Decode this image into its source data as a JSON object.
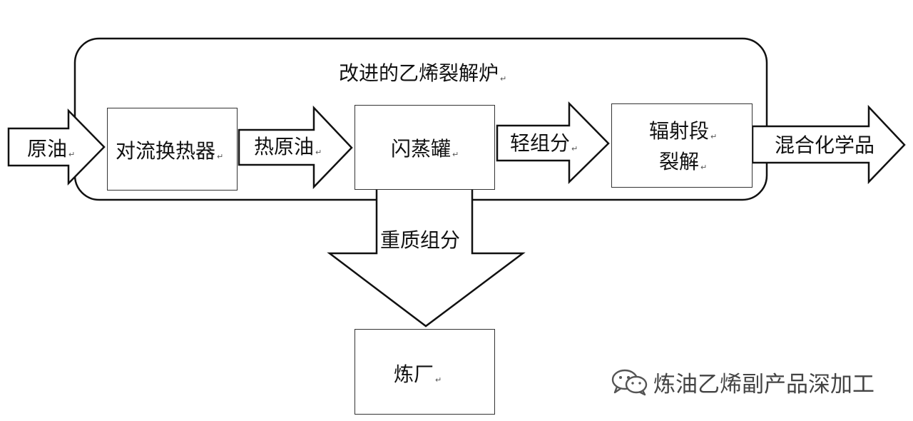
{
  "furnace": {
    "title": "改进的乙烯裂解炉"
  },
  "nodes": {
    "convection": "对流换热器",
    "flash": "闪蒸罐",
    "radiant_line1": "辐射段",
    "radiant_line2": "裂解",
    "refinery": "炼厂"
  },
  "flows": {
    "crude": "原油",
    "hot_crude": "热原油",
    "light": "轻组分",
    "products": "混合化学品",
    "heavy": "重质组分"
  },
  "return_mark": "↵",
  "watermark": {
    "text": "炼油乙烯副产品深加工",
    "icon": "wechat-icon"
  }
}
